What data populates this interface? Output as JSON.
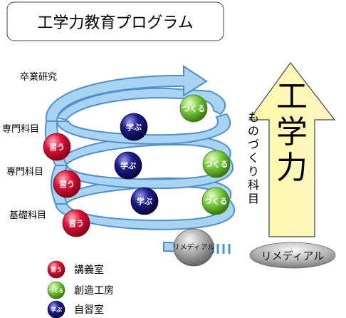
{
  "title": "工学力教育プログラム",
  "levels": {
    "graduation": "卒業研究",
    "specialty_upper": "専門科目",
    "specialty_lower": "専門科目",
    "foundation": "基礎科目"
  },
  "badges": {
    "narau": "習う",
    "manabu": "学ぶ",
    "tsukuru": "つくる",
    "remedial_sphere": "リメディアル"
  },
  "right_panel": {
    "arrow_title": "工学力",
    "monozukuri": "ものづくり科目",
    "remedial_label": "リメディアル"
  },
  "legend": [
    {
      "badge": "習う",
      "label": "講義室",
      "kind": "narau"
    },
    {
      "badge": "つくる",
      "label": "創造工房",
      "kind": "tsukuru"
    },
    {
      "badge": "学ぶ",
      "label": "自習室",
      "kind": "manabu"
    }
  ],
  "colors": {
    "spiral_fill": "#a9d3f2",
    "spiral_stroke": "#4f90c8",
    "narau": "#e0143c",
    "manabu": "#1c1c8c",
    "tsukuru": "#77c93a",
    "arrow_fill": "#fdfab0",
    "remedial_oval": "#9a9a9a"
  }
}
